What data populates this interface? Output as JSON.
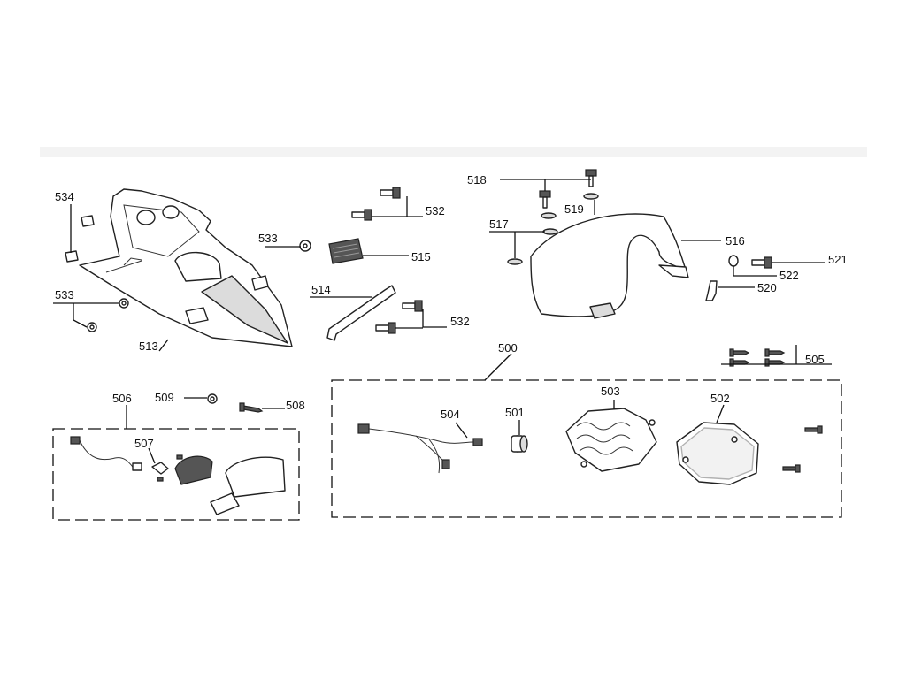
{
  "callouts": {
    "c500": "500",
    "c501": "501",
    "c502": "502",
    "c503": "503",
    "c504": "504",
    "c505": "505",
    "c506": "506",
    "c507": "507",
    "c508": "508",
    "c509": "509",
    "c513": "513",
    "c514": "514",
    "c515": "515",
    "c516": "516",
    "c517": "517",
    "c518": "518",
    "c519": "519",
    "c520": "520",
    "c521": "521",
    "c522": "522",
    "c532a": "532",
    "c532b": "532",
    "c533a": "533",
    "c533b": "533",
    "c534": "534"
  },
  "colors": {
    "ink": "#111111",
    "part_fill": "#dcdcdc",
    "background": "#ffffff"
  }
}
